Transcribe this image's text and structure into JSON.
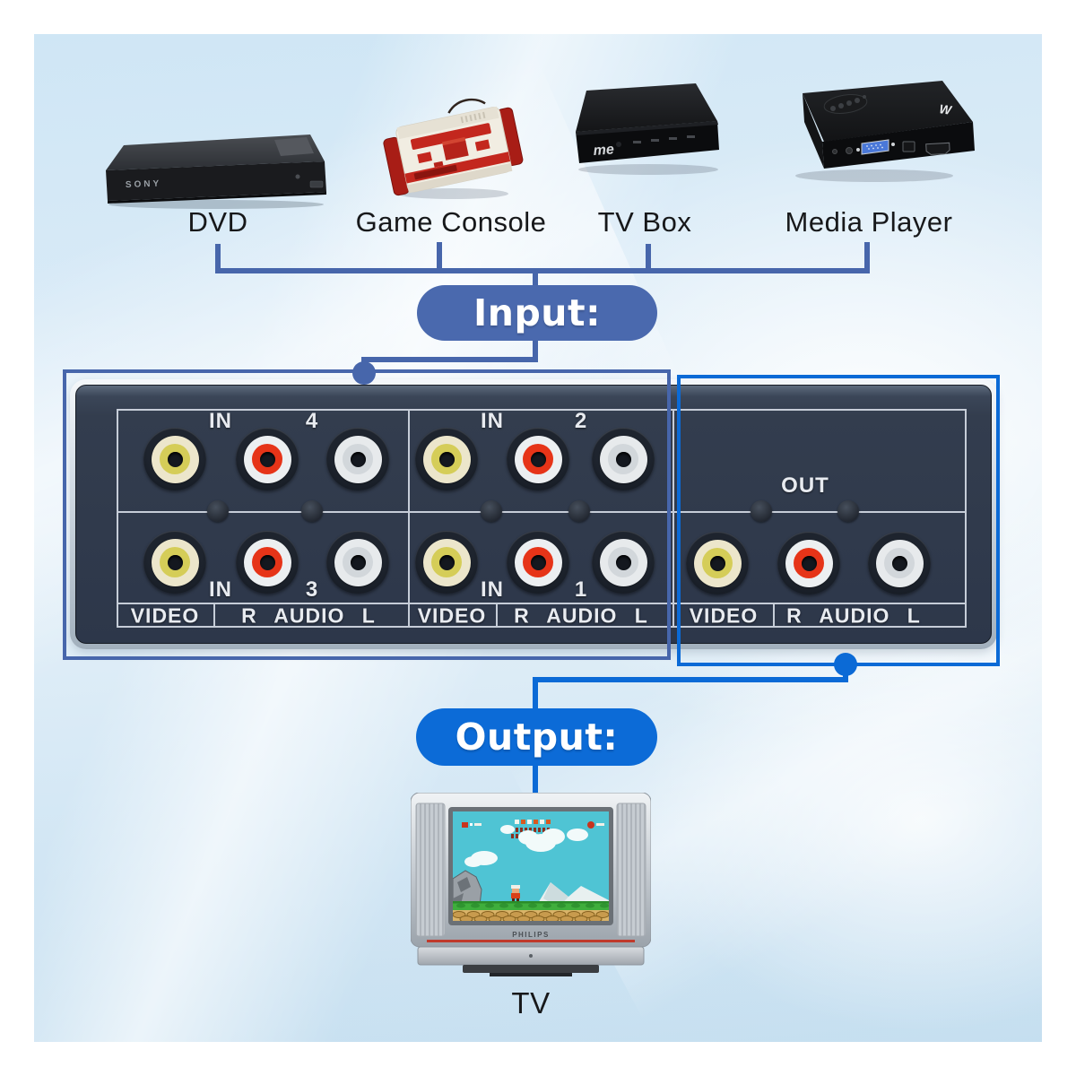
{
  "devices": {
    "dvd": {
      "label": "DVD",
      "brand": "SONY"
    },
    "game_console": {
      "label": "Game Console"
    },
    "tv_box": {
      "label": "TV Box",
      "brand": "me"
    },
    "media_player": {
      "label": "Media Player",
      "brand": "W"
    }
  },
  "badges": {
    "input": "Input:",
    "output": "Output:"
  },
  "panel": {
    "sections": [
      {
        "top_label": "IN",
        "top_num": "4",
        "bottom_label": "IN",
        "bottom_num": "3",
        "video": "VIDEO",
        "audio": "R AUDIO L"
      },
      {
        "top_label": "IN",
        "top_num": "2",
        "bottom_label": "IN",
        "bottom_num": "1",
        "video": "VIDEO",
        "audio": "R AUDIO L"
      },
      {
        "out_label": "OUT",
        "video": "VIDEO",
        "audio": "R AUDIO L"
      }
    ]
  },
  "tv": {
    "label": "TV",
    "brand": "PHILIPS"
  },
  "colors": {
    "input_accent": "#4766ab",
    "output_accent": "#0b6ad6",
    "panel_face": "#323d4e",
    "panel_lines": "#c6cdd8",
    "jack_yellow": "#d5cd58",
    "jack_red": "#e63418",
    "jack_white": "#d2d7db",
    "sky_background": "#cfe4f3"
  }
}
